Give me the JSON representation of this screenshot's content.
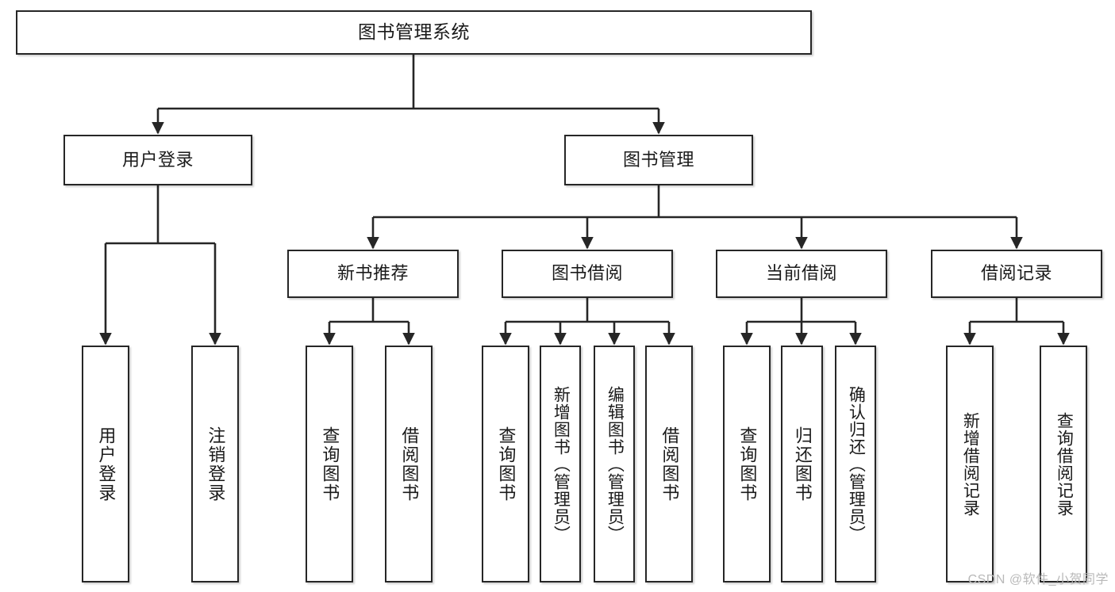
{
  "diagram": {
    "title": "图书管理系统",
    "type": "hierarchy-tree",
    "watermark": "CSDN @软件_小贺同学",
    "colors": {
      "stroke": "#262626",
      "fill": "#ffffff",
      "text": "#1a1a1a",
      "watermark": "#b9b9b9"
    },
    "nodes": {
      "root": {
        "label": "图书管理系统"
      },
      "level2": [
        {
          "id": "user-login",
          "label": "用户登录"
        },
        {
          "id": "book-manage",
          "label": "图书管理"
        }
      ],
      "level3": [
        {
          "id": "new-book-recommend",
          "label": "新书推荐"
        },
        {
          "id": "book-borrow",
          "label": "图书借阅"
        },
        {
          "id": "current-borrow",
          "label": "当前借阅"
        },
        {
          "id": "borrow-record",
          "label": "借阅记录"
        }
      ],
      "leaves": {
        "user-login": [
          {
            "id": "leaf-user-login",
            "label": "用户登录"
          },
          {
            "id": "leaf-user-logout",
            "label": "注销登录"
          }
        ],
        "new-book-recommend": [
          {
            "id": "leaf-query-book-1",
            "label": "查询图书"
          },
          {
            "id": "leaf-borrow-book-1",
            "label": "借阅图书"
          }
        ],
        "book-borrow": [
          {
            "id": "leaf-query-book-2",
            "label": "查询图书"
          },
          {
            "id": "leaf-add-book",
            "label": "新增图书（管理员）"
          },
          {
            "id": "leaf-edit-book",
            "label": "编辑图书（管理员）"
          },
          {
            "id": "leaf-borrow-book-2",
            "label": "借阅图书"
          }
        ],
        "current-borrow": [
          {
            "id": "leaf-query-book-3",
            "label": "查询图书"
          },
          {
            "id": "leaf-return-book",
            "label": "归还图书"
          },
          {
            "id": "leaf-confirm-return",
            "label": "确认归还（管理员）"
          }
        ],
        "borrow-record": [
          {
            "id": "leaf-add-record",
            "label": "新增借阅记录"
          },
          {
            "id": "leaf-query-record",
            "label": "查询借阅记录"
          }
        ]
      }
    }
  }
}
